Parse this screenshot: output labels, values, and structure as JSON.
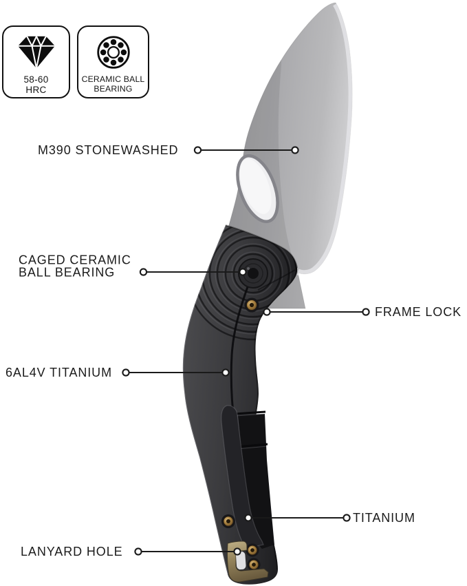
{
  "badges": {
    "hardness": {
      "icon": "diamond-icon",
      "line1": "58-60",
      "line2": "HRC"
    },
    "bearing": {
      "icon": "ball-bearing-icon",
      "line1": "CERAMIC BALL",
      "line2": "BEARING"
    }
  },
  "annotations": {
    "blade_steel": "M390 STONEWASHED",
    "pivot_bearing_line1": "CAGED CERAMIC",
    "pivot_bearing_line2": "BALL BEARING",
    "frame_lock": "FRAME LOCK",
    "handle_material": "6AL4V TITANIUM",
    "backspacer_material": "TITANIUM",
    "lanyard": "LANYARD HOLE"
  },
  "colors": {
    "label_text": "#1b1b1b",
    "leader_line": "#1a1a1a",
    "blade_gray": "#ababae",
    "blade_bevel": "#e2e2e5",
    "handle_charcoal": "#38383b",
    "hardware_bronze": "#a8813f",
    "backspacer_brass": "#95845c",
    "background": "#ffffff"
  }
}
